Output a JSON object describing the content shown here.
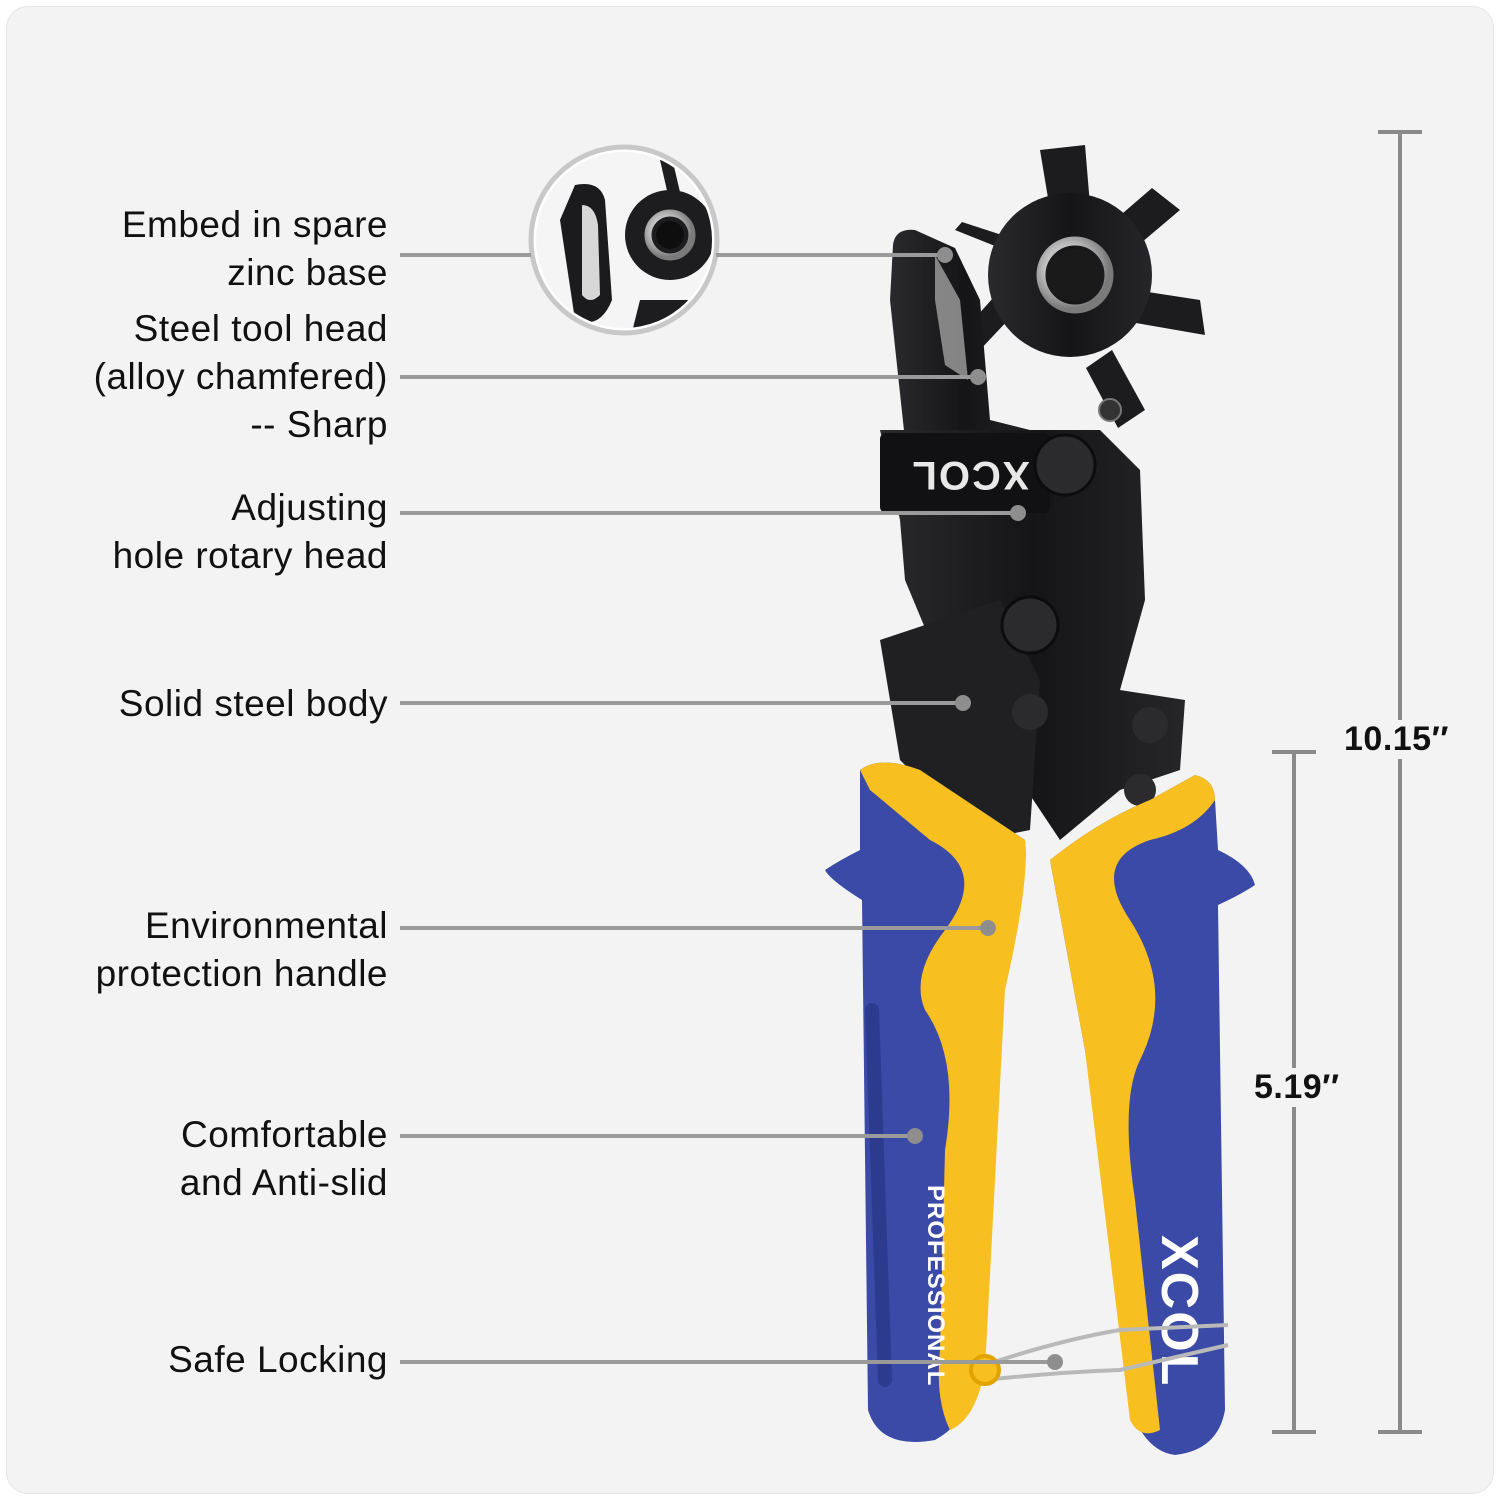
{
  "callouts": [
    {
      "label": "Embed in spare\nzinc base"
    },
    {
      "label": "Steel tool head\n(alloy chamfered)\n-- Sharp"
    },
    {
      "label": "Adjusting\nhole rotary head"
    },
    {
      "label": "Solid steel body"
    },
    {
      "label": "Environmental\nprotection handle"
    },
    {
      "label": "Comfortable\nand Anti-slid"
    },
    {
      "label": "Safe Locking"
    }
  ],
  "dimensions": {
    "total_length": "10.15′′",
    "handle_length": "5.19′′"
  },
  "product": {
    "brand": "XCOL",
    "handle_text": "PROFESSIONAL"
  },
  "colors": {
    "background": "#f3f3f3",
    "steel": "#1b1b1d",
    "grip_blue": "#3a4aa6",
    "grip_yellow": "#f7bf1f",
    "leader_line": "#9a9a9a",
    "text": "#111111"
  }
}
